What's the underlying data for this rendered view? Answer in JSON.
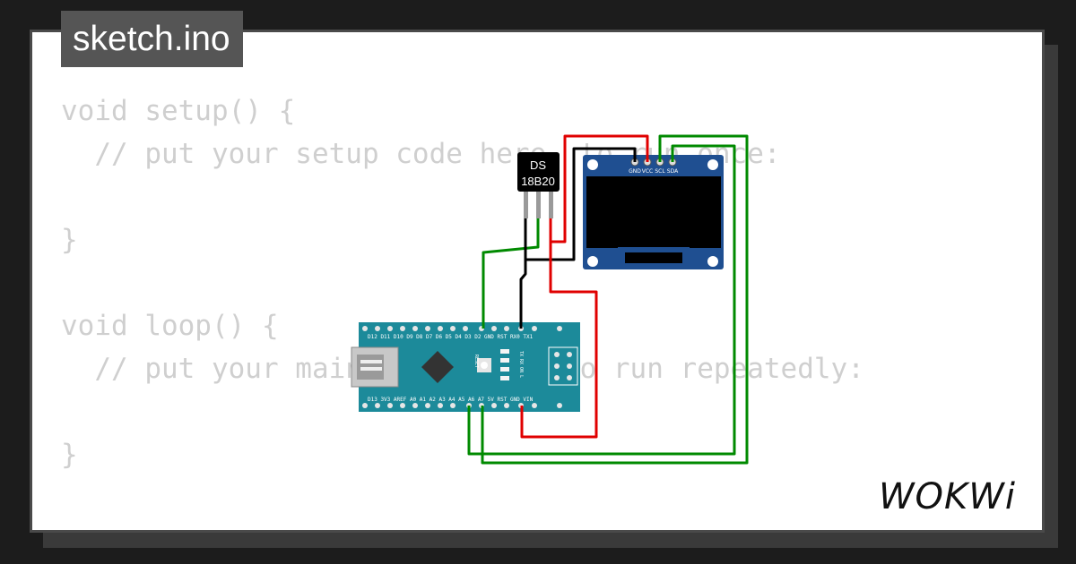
{
  "window": {
    "filename": "sketch.ino"
  },
  "code_lines": [
    "void setup() {",
    "  // put your setup code here, to run once:",
    "",
    "}",
    "",
    "void loop() {",
    "  // put your main code here, to run repeatedly:",
    "",
    "}"
  ],
  "sensor": {
    "line1": "DS",
    "line2": "18B20"
  },
  "oled": {
    "pins": [
      "GND",
      "VCC",
      "SCL",
      "SDA"
    ]
  },
  "arduino": {
    "top_pins": "D12 D11 D10 D9 D8 D7 D6 D5 D4 D3 D2 GND RST RX0 TX1",
    "bottom_pins": "D13 3V3 AREF A0 A1 A2 A3 A4 A5 A6 A7 5V RST GND VIN",
    "button": "RESET",
    "leds": "TX RX ON L"
  },
  "brand": {
    "logo": "WOKWi"
  },
  "colors": {
    "wire_red": "#e00000",
    "wire_green": "#008a00",
    "wire_black": "#000000",
    "board": "#1c8a9a",
    "oled_pcb": "#1f4f91"
  }
}
